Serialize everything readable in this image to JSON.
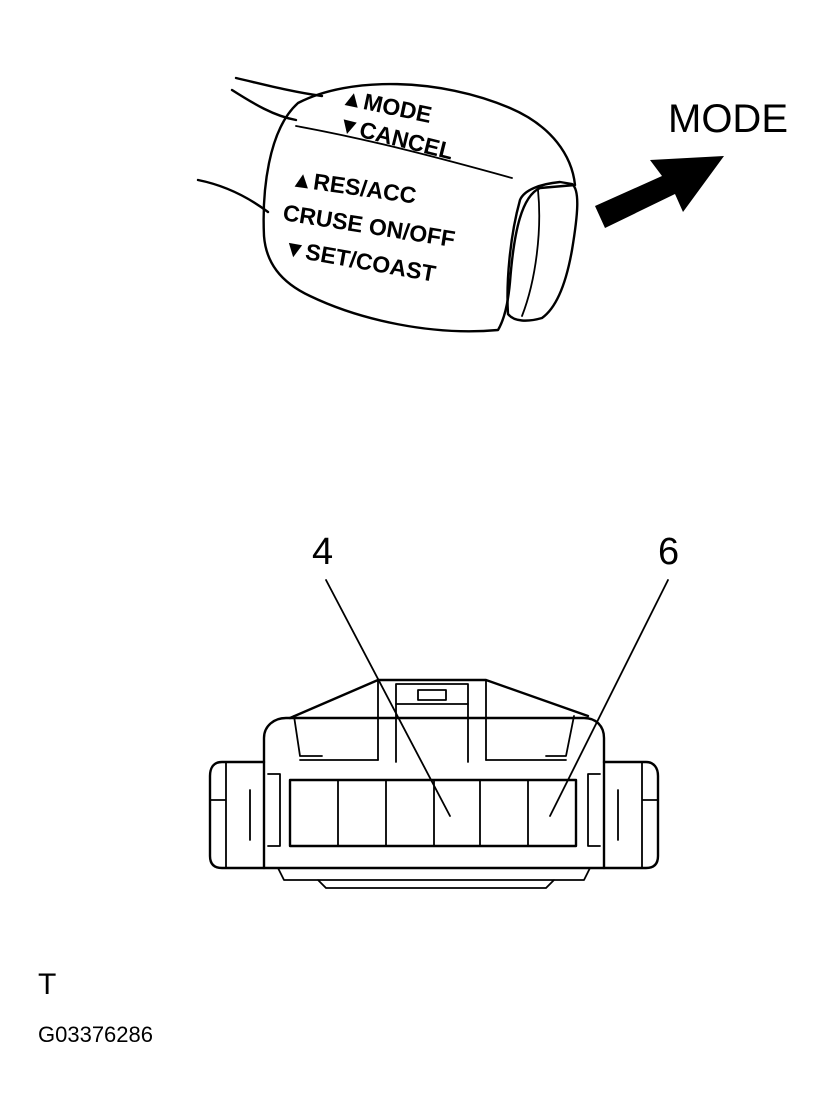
{
  "switch_labels": {
    "mode_up": "▲MODE",
    "cancel_down": "▼CANCEL",
    "res_acc": "▲RES/ACC",
    "cruise_on_off": "CRUSE ON/OFF",
    "set_coast": "▼SET/COAST"
  },
  "mode_callout": "MODE",
  "connector": {
    "terminal_labels": [
      "4",
      "6"
    ],
    "cavity_count": 6
  },
  "view_letter": "T",
  "figure_code": "G03376286",
  "colors": {
    "ink": "#000000",
    "paper": "#ffffff"
  }
}
